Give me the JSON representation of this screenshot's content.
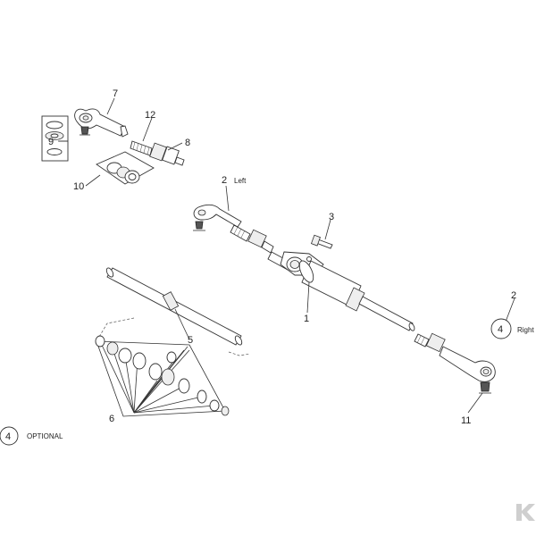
{
  "callouts": {
    "c1": "1",
    "c2_left": "2",
    "c2_left_word": "Left",
    "c2_right": "2",
    "c2_right_word": "Right",
    "c3": "3",
    "c4_circle": "4",
    "c5": "5",
    "c6": "6",
    "c7": "7",
    "c8": "8",
    "c9": "9",
    "c10": "10",
    "c11": "11",
    "c12": "12"
  },
  "legend": {
    "marker": "4",
    "text": "OPTIONAL"
  },
  "logo": {
    "letter": "K",
    "color": "#cfcfcf"
  }
}
